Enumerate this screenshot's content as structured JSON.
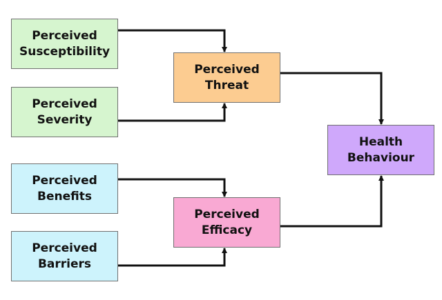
{
  "nodes": {
    "perceived_susceptibility": {
      "label": "Perceived\nSusceptibility",
      "color": "#d6f5cf"
    },
    "perceived_severity": {
      "label": "Perceived\nSeverity",
      "color": "#d6f5cf"
    },
    "perceived_benefits": {
      "label": "Perceived\nBenefits",
      "color": "#cdf3fc"
    },
    "perceived_barriers": {
      "label": "Perceived\nBarriers",
      "color": "#cdf3fc"
    },
    "perceived_threat": {
      "label": "Perceived\nThreat",
      "color": "#fccc91"
    },
    "perceived_efficacy": {
      "label": "Perceived\nEfficacy",
      "color": "#f9a9d3"
    },
    "health_behaviour": {
      "label": "Health\nBehaviour",
      "color": "#cfa8fb"
    }
  },
  "edges": [
    {
      "from": "perceived_susceptibility",
      "to": "perceived_threat"
    },
    {
      "from": "perceived_severity",
      "to": "perceived_threat"
    },
    {
      "from": "perceived_benefits",
      "to": "perceived_efficacy"
    },
    {
      "from": "perceived_barriers",
      "to": "perceived_efficacy"
    },
    {
      "from": "perceived_threat",
      "to": "health_behaviour"
    },
    {
      "from": "perceived_efficacy",
      "to": "health_behaviour"
    }
  ],
  "colors": {
    "arrow": "#111111",
    "border": "#6f6f6f"
  }
}
